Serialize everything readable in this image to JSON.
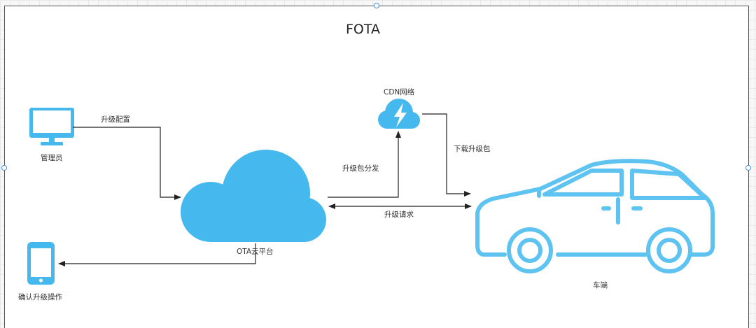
{
  "diagram": {
    "title": "FOTA",
    "nodes": {
      "admin": {
        "label": "管理员",
        "icon": "monitor-icon"
      },
      "phone": {
        "label": "确认升级操作",
        "icon": "smartphone-icon"
      },
      "platform": {
        "label": "OTA云平台",
        "icon": "cloud-icon"
      },
      "cdn": {
        "label": "CDN网络",
        "icon": "cdn-cloud-lightning-icon"
      },
      "vehicle": {
        "label": "车端",
        "icon": "car-icon"
      }
    },
    "edges": {
      "upgrade_config": "升级配置",
      "package_distribute": "升级包分发",
      "download_package": "下载升级包",
      "upgrade_request": "升级请求"
    }
  },
  "colors": {
    "icon_blue": "#45b8ee",
    "arrow": "#222222",
    "frame": "#555555"
  }
}
